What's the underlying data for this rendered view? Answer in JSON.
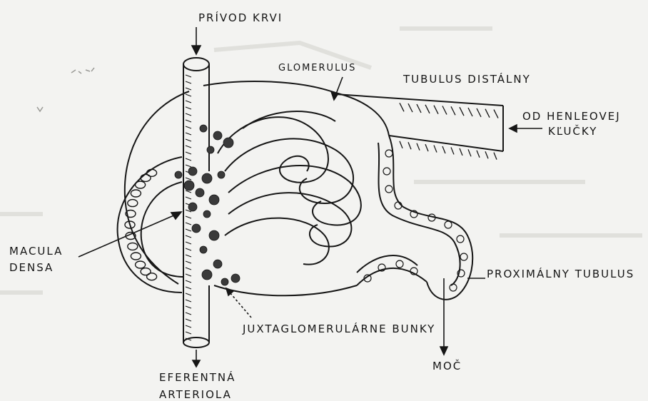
{
  "labels": {
    "privod_krvi": "PRÍVOD KRVI",
    "glomerulus": "GLOMERULUS",
    "tubulus_distalny": "TUBULUS DISTÁLNY",
    "od_henleovej_line1": "OD HENLEOVEJ",
    "od_henleovej_line2": "KĽUČKY",
    "macula_line1": "MACULA",
    "macula_line2": "DENSA",
    "proximalny": "PROXIMÁLNY TUBULUS",
    "juxta": "JUXTAGLOMERULÁRNE BUNKY",
    "moc": "MOČ",
    "eferentna_line1": "EFERENTNÁ",
    "eferentna_line2": "ARTERIOLA"
  },
  "colors": {
    "background": "#f3f3f1",
    "ink": "#161616",
    "granule": "#3a3a3a"
  }
}
